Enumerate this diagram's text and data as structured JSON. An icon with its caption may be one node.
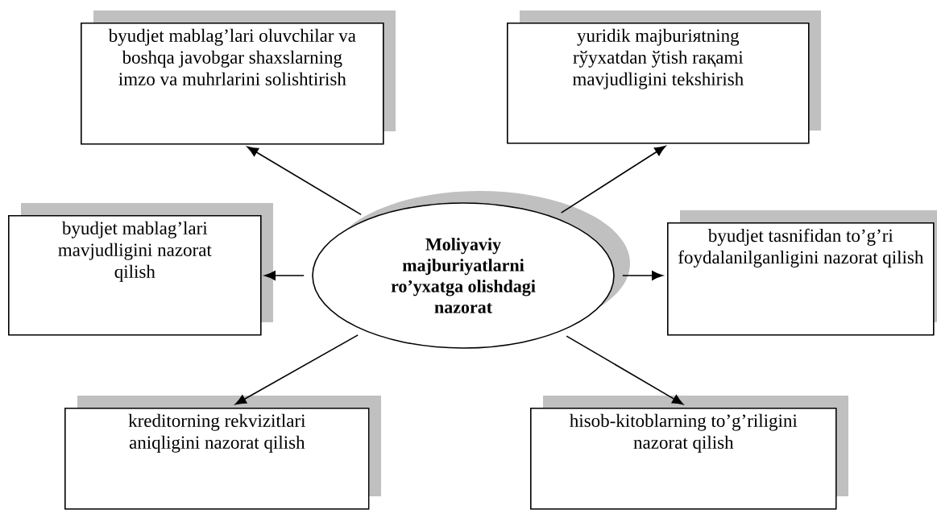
{
  "diagram": {
    "nodes": [
      {
        "text": [
          "byudjet mablag’lari oluvchilar va boshqa javobgar shaxslarning imzo va muhrlarini solishtirish"
        ]
      },
      {
        "text": [
          "yuridik majburiяtning rўyxatdan ўtish raқami mavjudligini tekshirish"
        ]
      },
      {
        "text": [
          "byudjet mablag’lari mavjudligini nazorat qilish"
        ]
      },
      {
        "text": [
          "Moliyaviy majburiyatlarni ro’yxatga olishdagi nazorat"
        ]
      },
      {
        "text": [
          "byudjet tasnifidan to’g’ri foydalanilganligini nazorat qilish"
        ]
      },
      {
        "text": [
          "kreditorning rekvizitlari aniqligini nazorat qilish"
        ]
      },
      {
        "text": [
          "hisob-kitoblarning to’g’riligini nazorat qilish"
        ]
      }
    ],
    "edges": [
      {
        "from": 3,
        "to": 0,
        "arrow": "to"
      },
      {
        "from": 3,
        "to": 1,
        "arrow": "to"
      },
      {
        "from": 3,
        "to": 2,
        "arrow": "to"
      },
      {
        "from": 3,
        "to": 4,
        "arrow": "to"
      },
      {
        "from": 3,
        "to": 5,
        "arrow": "to"
      },
      {
        "from": 3,
        "to": 6,
        "arrow": "to"
      }
    ]
  }
}
